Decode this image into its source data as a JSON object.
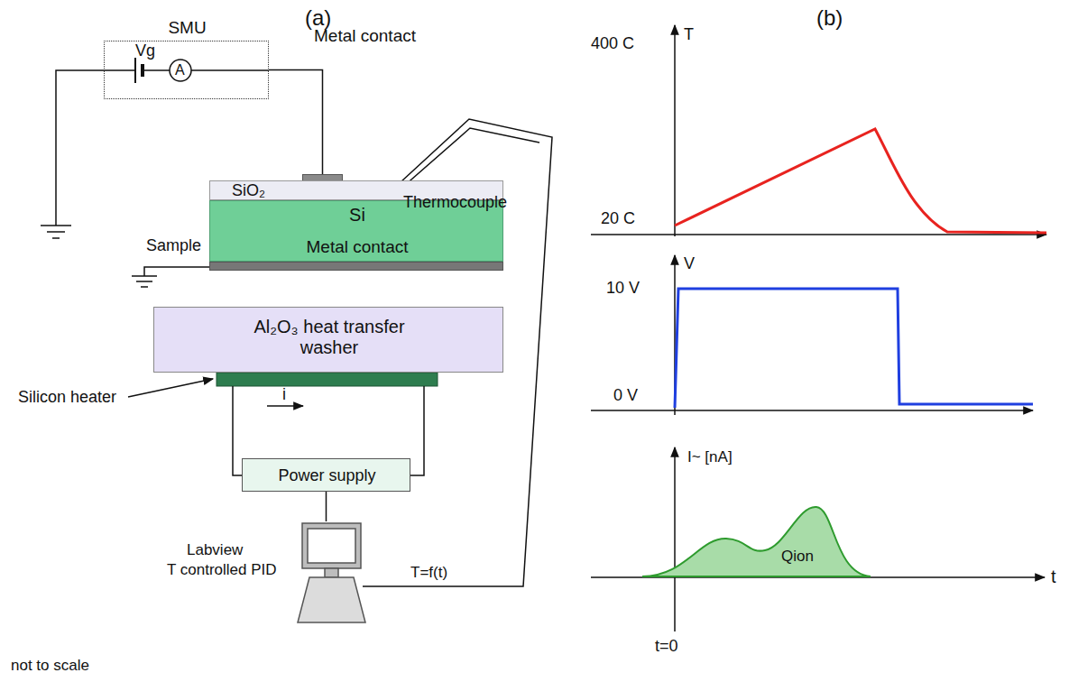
{
  "diagram": {
    "nodes": [
      {
        "text": [
          "SMU"
        ]
      },
      {
        "text": [
          "Metal contact"
        ]
      },
      {
        "text": [
          "SiO₂"
        ]
      },
      {
        "text": [
          "Si"
        ]
      },
      {
        "text": [
          "Metal contact"
        ]
      },
      {
        "text": [
          "Al₂O₃ heat transfer washer"
        ]
      },
      {
        "text": [
          "Power supply"
        ]
      },
      {
        "text": [
          "Labview",
          "T controlled PID"
        ]
      }
    ],
    "edges": [
      {
        "from": 0,
        "to": 1,
        "arrow": "none"
      },
      {
        "from": 6,
        "to": 7,
        "arrow": "none"
      }
    ],
    "labels": [
      "(a)",
      "(b)",
      "Vg",
      "A",
      "Thermocouple",
      "Sample",
      "Silicon heater",
      "i",
      "T=f(t)",
      "not to scale",
      "400 C",
      "T",
      "20 C",
      "V",
      "10 V",
      "0 V",
      "I~ [nA]",
      "Qion",
      "t",
      "t=0"
    ]
  }
}
